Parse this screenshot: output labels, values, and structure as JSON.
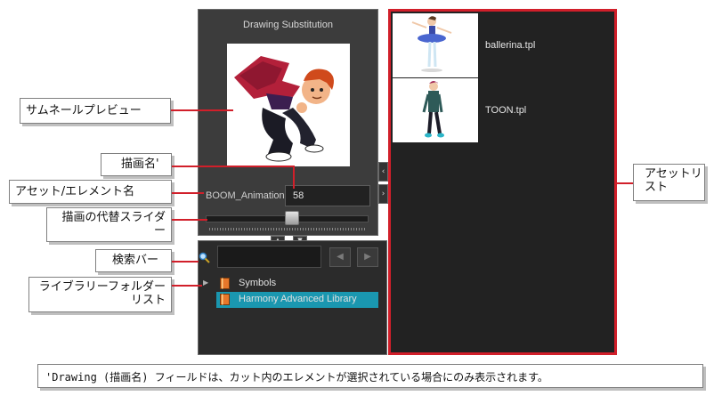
{
  "substitution_panel": {
    "title": "Drawing Substitution",
    "asset_label": "BOOM_Animation",
    "drawing_value": "58",
    "slider_fraction": 0.53,
    "splitter_up_icon": "chevron-up-icon",
    "splitter_down_icon": "chevron-down-icon",
    "collapse_left_icon": "chevron-left-icon",
    "collapse_right_icon": "chevron-right-icon"
  },
  "library_panel": {
    "search_value": "",
    "search_icon": "search-icon",
    "back_icon": "triangle-left-icon",
    "forward_icon": "triangle-right-icon",
    "folders": [
      {
        "label": "Symbols",
        "expandable": true,
        "selected": false
      },
      {
        "label": "Harmony Advanced Library",
        "expandable": false,
        "selected": true
      }
    ]
  },
  "asset_list": {
    "items": [
      {
        "name": "ballerina.tpl"
      },
      {
        "name": "TOON.tpl"
      }
    ]
  },
  "callouts": {
    "thumbnail_preview": "サムネールプレビュー",
    "drawing_name": "描画名'",
    "asset_element_name": "アセット/エレメント名",
    "substitution_slider": "描画の代替スライダー",
    "search_bar": "検索バー",
    "library_folder_list": "ライブラリーフォルダーリスト",
    "asset_list": "アセットリスト"
  },
  "note": "'Drawing (描画名) フィールドは、カット内のエレメントが選択されている場合にのみ表示されます。",
  "colors": {
    "accent_red": "#d11f2a",
    "selection": "#1a97b0",
    "panel_dark": "#3c3c3c"
  }
}
